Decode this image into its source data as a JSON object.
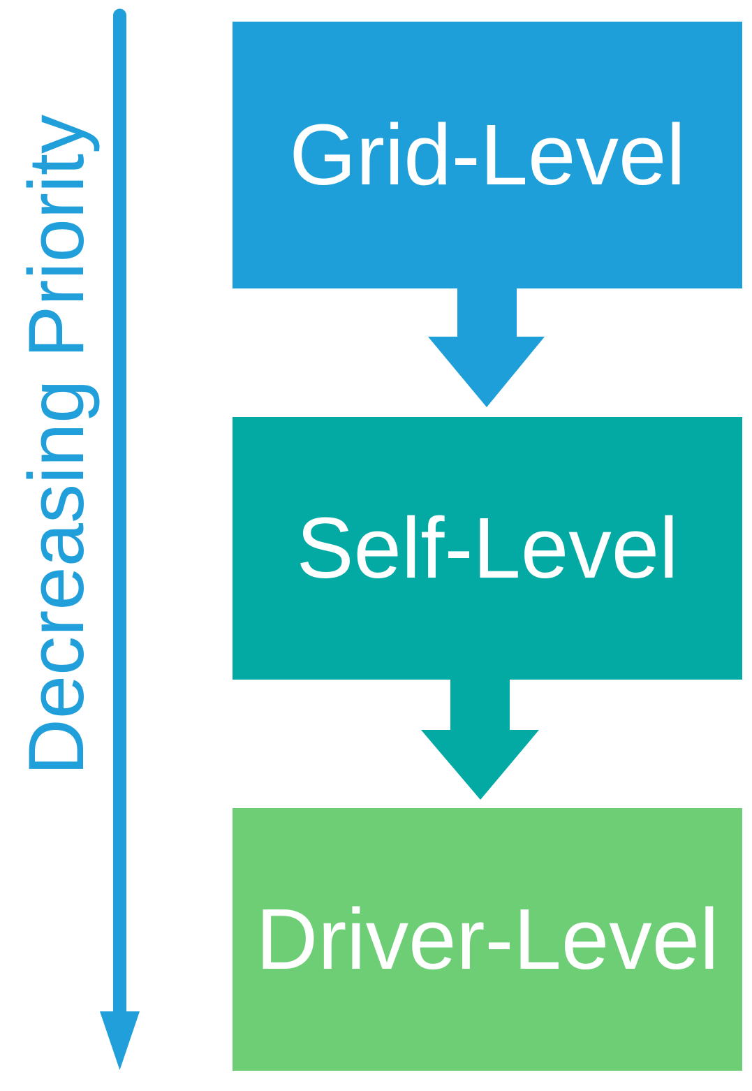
{
  "diagram": {
    "priority_label": "Decreasing Priority",
    "arrow_color": "#209FDA",
    "label_text_color": "#FFFFFF",
    "background_color": "#FFFFFF",
    "levels": [
      {
        "label": "Grid-Level",
        "color": "#1E9FDA"
      },
      {
        "label": "Self-Level",
        "color": "#03AAA4"
      },
      {
        "label": "Driver-Level",
        "color": "#6DCE76"
      }
    ]
  }
}
